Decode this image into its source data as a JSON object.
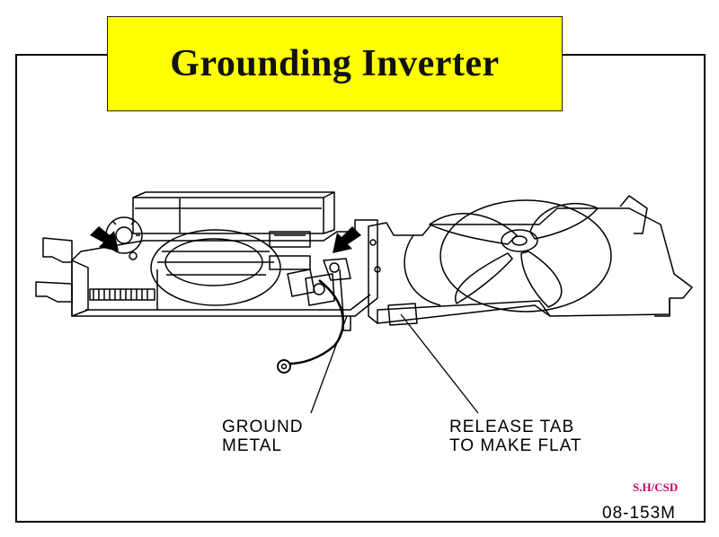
{
  "title": "Grounding Inverter",
  "callouts": {
    "ground": {
      "line1": "GROUND",
      "line2": "METAL"
    },
    "release": {
      "line1": "RELEASE TAB",
      "line2": "TO MAKE FLAT"
    }
  },
  "credit": "S.H/CSD",
  "figure_code": "08-153M",
  "colors": {
    "title_background": "#ffff00",
    "credit_text": "#cc0066"
  }
}
